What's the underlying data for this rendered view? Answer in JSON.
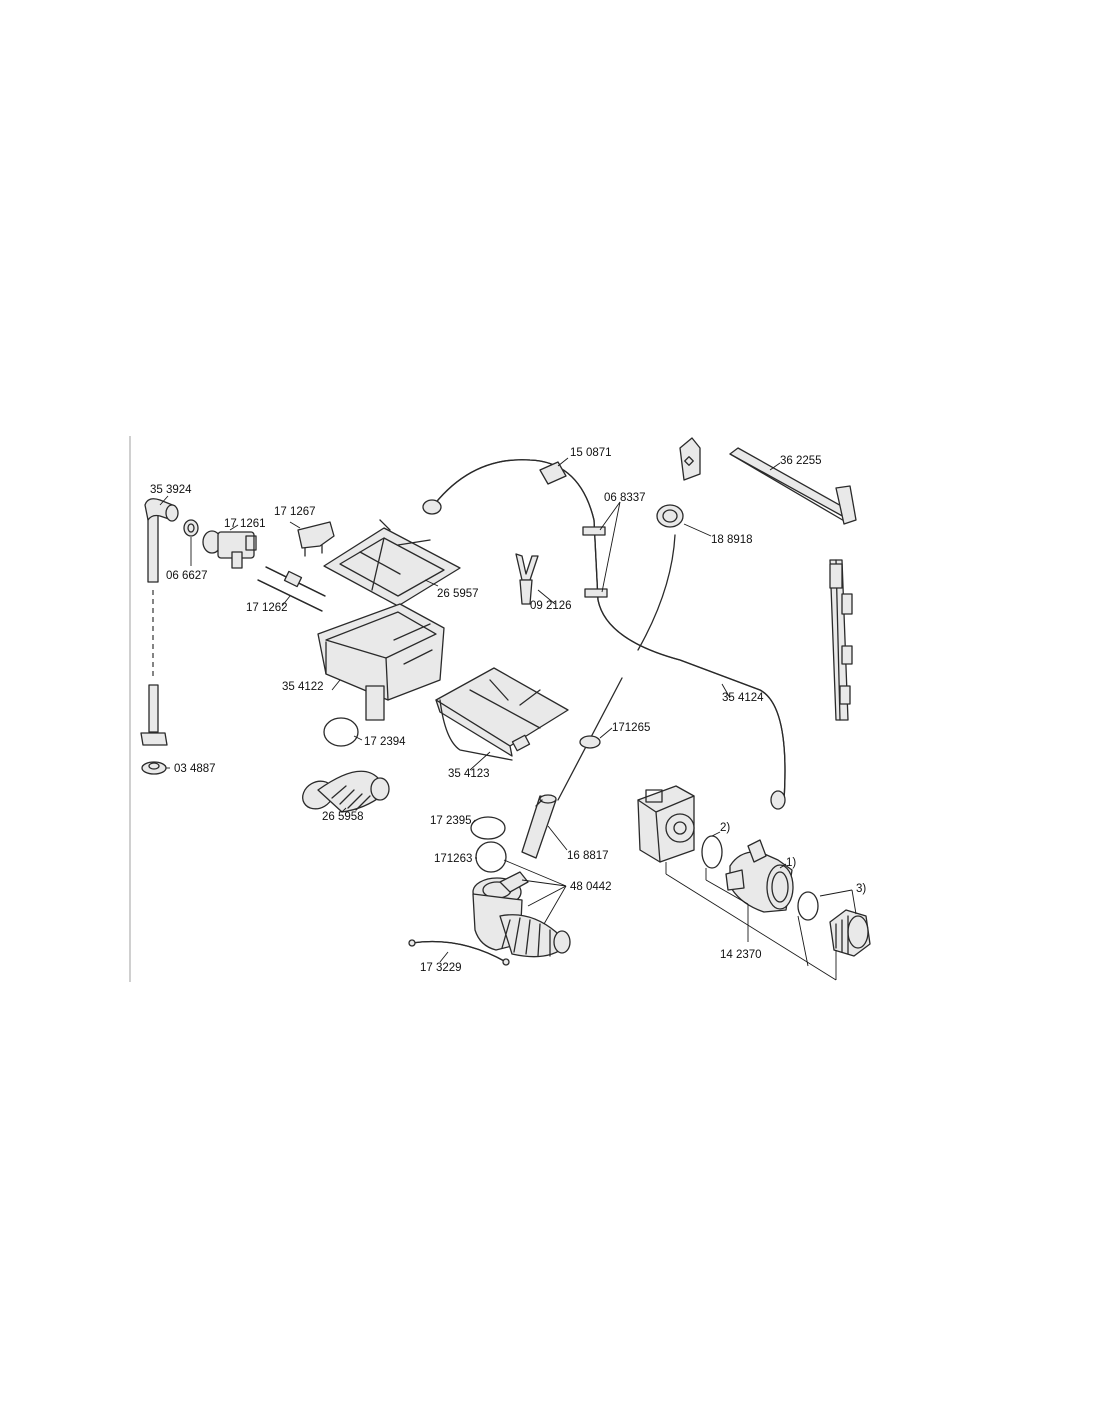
{
  "part_labels": {
    "p353924": "35 3924",
    "p066627": "06 6627",
    "p171261": "17 1261",
    "p171267": "17 1267",
    "p171262": "17 1262",
    "p265957": "26 5957",
    "p354122": "35 4122",
    "p172394": "17 2394",
    "p034887": "03 4887",
    "p265958": "26 5958",
    "p150871": "15 0871",
    "p068337": "06 8337",
    "p092126": "09 2126",
    "p188918": "18 8918",
    "p362255": "36 2255",
    "p354124": "35 4124",
    "p354123": "35 4123",
    "p171265": "171265",
    "p172395": "17 2395",
    "p168817": "16 8817",
    "p171263": "171263",
    "p480442": "48 0442",
    "p173229": "17 3229",
    "p142370": "14 2370",
    "note1": "1)",
    "note2": "2)",
    "note3": "3)"
  },
  "colors": {
    "line": "#2a2a2a",
    "part_fill": "#e9e9e9",
    "background": "#ffffff"
  }
}
